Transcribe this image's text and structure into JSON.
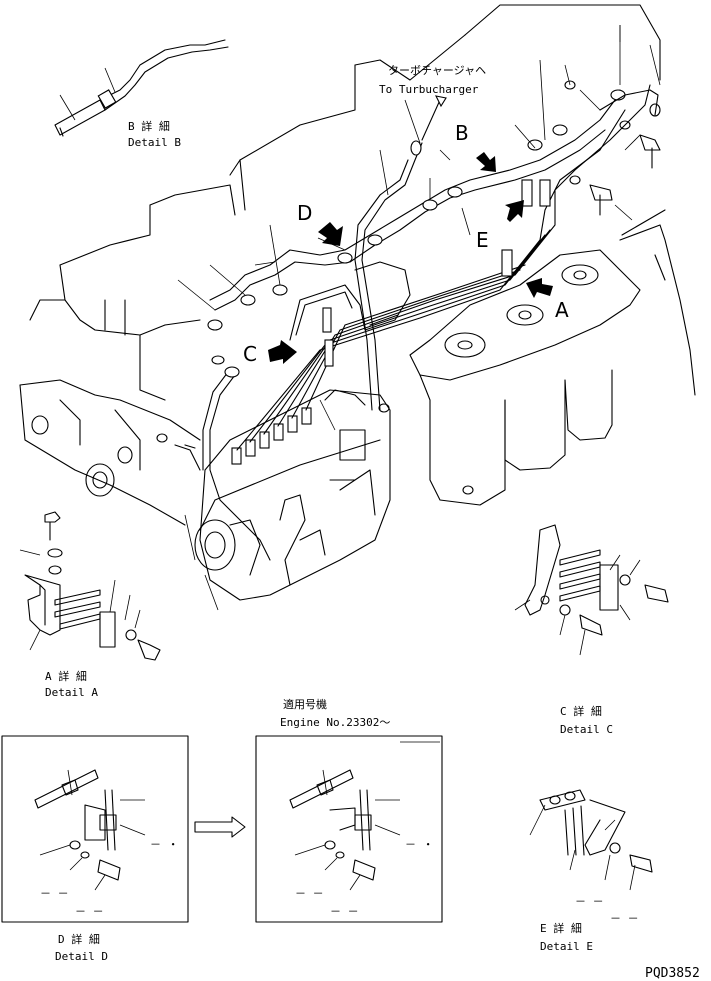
{
  "callouts": {
    "turbo_jp": "ターボチャージャヘ",
    "turbo_en": "To Turbucharger",
    "serial_jp": "適用号機",
    "serial_en": "Engine No.23302～"
  },
  "view_letters": {
    "a": "A",
    "b": "B",
    "c": "C",
    "d": "D",
    "e": "E"
  },
  "details": {
    "a_jp": "A 詳 細",
    "a_en": "Detail A",
    "b_jp": "B 詳 細",
    "b_en": "Detail B",
    "c_jp": "C 詳 細",
    "c_en": "Detail C",
    "d_jp": "D 詳 細",
    "d_en": "Detail D",
    "e_jp": "E 詳 細",
    "e_en": "Detail E"
  },
  "blank_marks": {
    "d_old_1": "－ －",
    "d_old_2": "－ －",
    "d_old_3": "－ ・",
    "d_new_1": "－ －",
    "d_new_2": "－ －",
    "d_new_3": "－ ・",
    "e_1": "－ －",
    "e_2": "－ －"
  },
  "drawing_code": "PQD3852"
}
